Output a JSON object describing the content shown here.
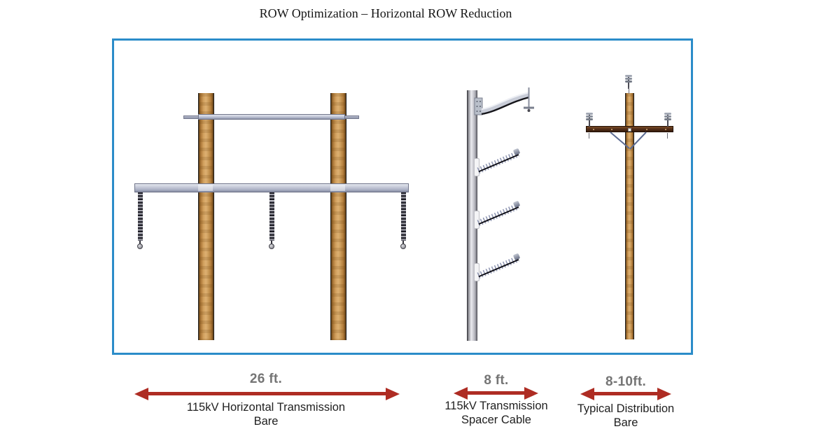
{
  "title": "ROW Optimization – Horizontal ROW Reduction",
  "colors": {
    "frame_blue": "#2b8cc9",
    "arrow_red": "#ae2c23",
    "dim_gray": "#757575",
    "text_black": "#1f1f1f",
    "wood_pole_tan": "#d2a05e",
    "steel_arm_gray": "#b8bdd0",
    "steel_pole_gray": "#d6d6dc",
    "distribution_arm_brown": "#54301a"
  },
  "structures": [
    {
      "dimension": "26 ft.",
      "description_line1": "115kV Horizontal Transmission",
      "description_line2": "Bare"
    },
    {
      "dimension": "8 ft.",
      "description_line1": "115kV Transmission",
      "description_line2": "Spacer Cable"
    },
    {
      "dimension": "8-10ft.",
      "description_line1": "Typical Distribution",
      "description_line2": "Bare"
    }
  ]
}
